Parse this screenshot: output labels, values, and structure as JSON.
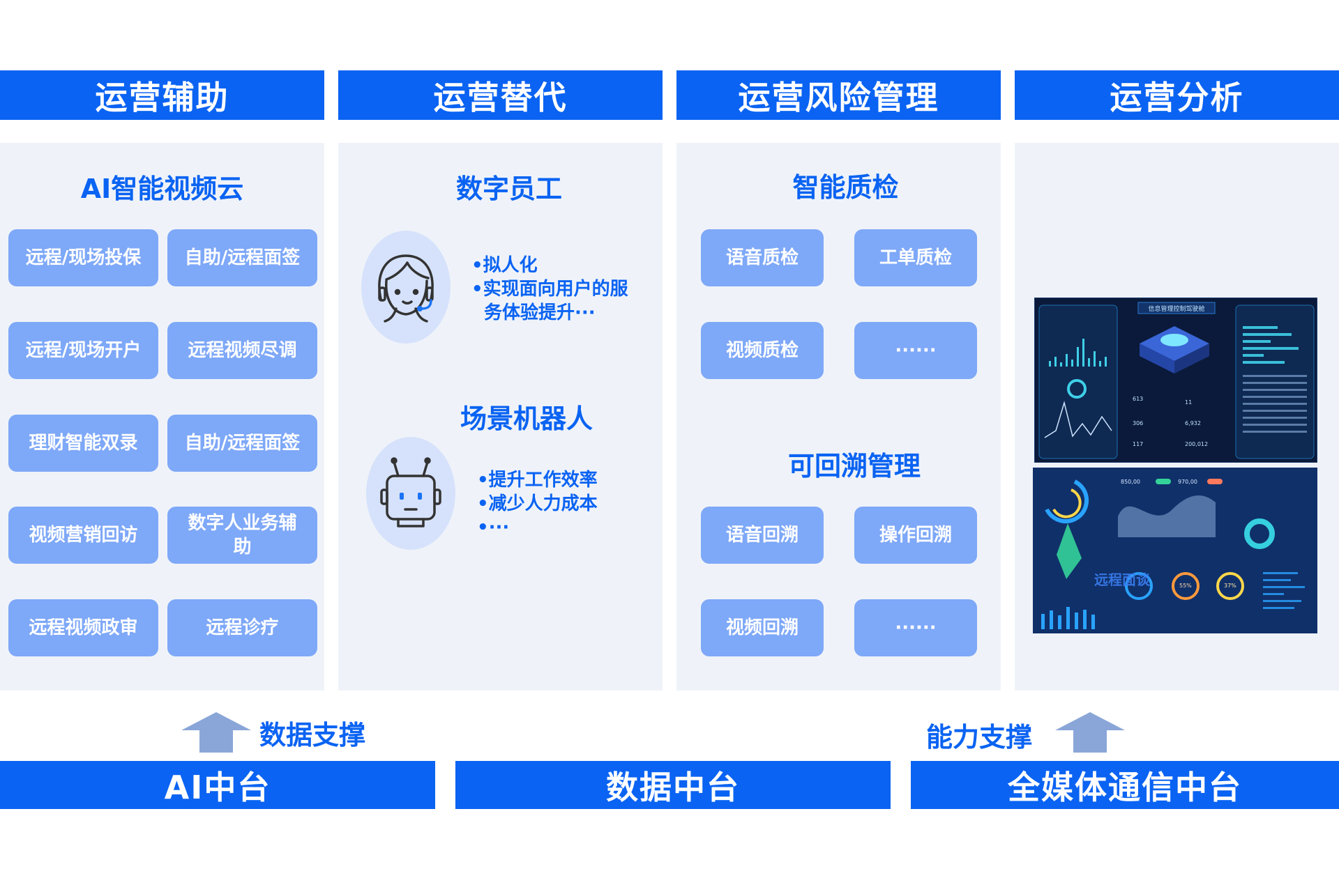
{
  "columns": [
    {
      "header": "运营辅助"
    },
    {
      "header": "运营替代"
    },
    {
      "header": "运营风险管理"
    },
    {
      "header": "运营分析"
    }
  ],
  "assist": {
    "title": "AI智能视频云",
    "items": [
      "远程/现场投保",
      "自助/远程面签",
      "远程/现场开户",
      "远程视频尽调",
      "理财智能双录",
      "自助/远程面签",
      "视频营销回访",
      "数字人业务辅助",
      "远程视频政审",
      "远程诊疗"
    ]
  },
  "replace": {
    "title": "数字员工",
    "bullets": [
      "•拟人化",
      "•实现面向用户的服",
      "务体验提升···"
    ],
    "robot_title": "场景机器人",
    "robot_bullets": [
      "•提升工作效率",
      "•减少人力成本",
      "•···"
    ]
  },
  "risk": {
    "qc_title": "智能质检",
    "qc_items": [
      "语音质检",
      "工单质检",
      "视频质检",
      "······"
    ],
    "trace_title": "可回溯管理",
    "trace_items": [
      "语音回溯",
      "操作回溯",
      "视频回溯",
      "······"
    ]
  },
  "analysis": {
    "dash_title": "信息管理控制驾驶舱",
    "stats": [
      "613",
      "306",
      "117",
      "11",
      "6,932",
      "200,012"
    ],
    "mini": [
      "850,00",
      "970,00",
      "55%",
      "37%"
    ],
    "overlay": "远程面谈"
  },
  "support": {
    "left": "数据支撑",
    "right": "能力支撑"
  },
  "platforms": [
    "AI中台",
    "数据中台",
    "全媒体通信中台"
  ],
  "colors": {
    "primary": "#0a63f2",
    "pill": "#7ea8f8",
    "panel": "#eff3f9"
  }
}
